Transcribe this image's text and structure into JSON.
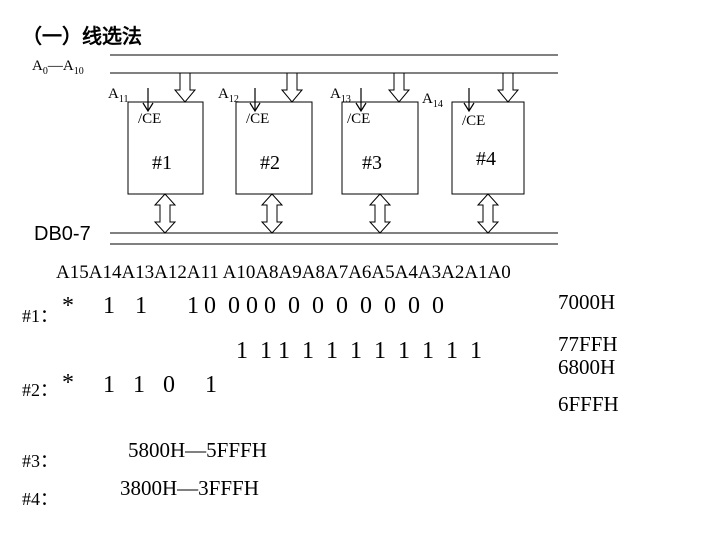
{
  "title": "（一）线选法",
  "address_bus": {
    "label_base": "A",
    "sub_from": "0",
    "dash": "—",
    "sub_to": "10"
  },
  "data_bus": {
    "label": "DB0-7"
  },
  "chip_select_lines": [
    {
      "base": "A",
      "sub": "11"
    },
    {
      "base": "A",
      "sub": "12"
    },
    {
      "base": "A",
      "sub": "13"
    },
    {
      "base": "A",
      "sub": "14"
    }
  ],
  "chips": [
    {
      "ce": "/CE",
      "name": "#1"
    },
    {
      "ce": "/CE",
      "name": "#2"
    },
    {
      "ce": "/CE",
      "name": "#3"
    },
    {
      "ce": "/CE",
      "name": "#4"
    }
  ],
  "address_header": "A15A14A13A12A11 A10A8A9A8A7A6A5A4A3A2A1A0",
  "rows": {
    "r1": {
      "label": "#1：",
      "star": "*",
      "high_bits": "1  1    1",
      "low_bits": "0  0 0 0  0  0  0  0  0  0  0",
      "hex": "7000H"
    },
    "r1b": {
      "low_bits": "1  1 1  1  1  1  1  1  1  1  1",
      "hex": "77FFH"
    },
    "r2": {
      "label": "#2：",
      "star": "*",
      "high_bits": "1   1   0     1",
      "hex_start": "6800H",
      "hex_end": "6FFFH"
    },
    "r3": {
      "label": "#3：",
      "range": "5800H—5FFFH"
    },
    "r4": {
      "label": "#4：",
      "range": "3800H—3FFFH"
    }
  }
}
